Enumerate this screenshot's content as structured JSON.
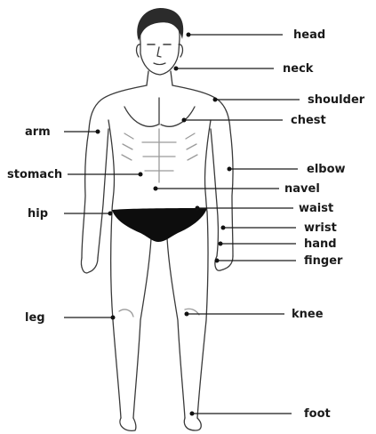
{
  "labels": {
    "head": "head",
    "neck": "neck",
    "shoulder": "shoulder",
    "chest": "chest",
    "arm": "arm",
    "elbow": "elbow",
    "stomach": "stomach",
    "navel": "navel",
    "waist": "waist",
    "hip": "hip",
    "wrist": "wrist",
    "hand": "hand",
    "finger": "finger",
    "leg": "leg",
    "knee": "knee",
    "foot": "foot"
  },
  "colors": {
    "line": "#1a1a1a",
    "sketch": "#3a3a3a",
    "shade": "#9a9a9a",
    "hair": "#2b2b2b",
    "briefs": "#0d0d0d",
    "dot": "#111111"
  }
}
